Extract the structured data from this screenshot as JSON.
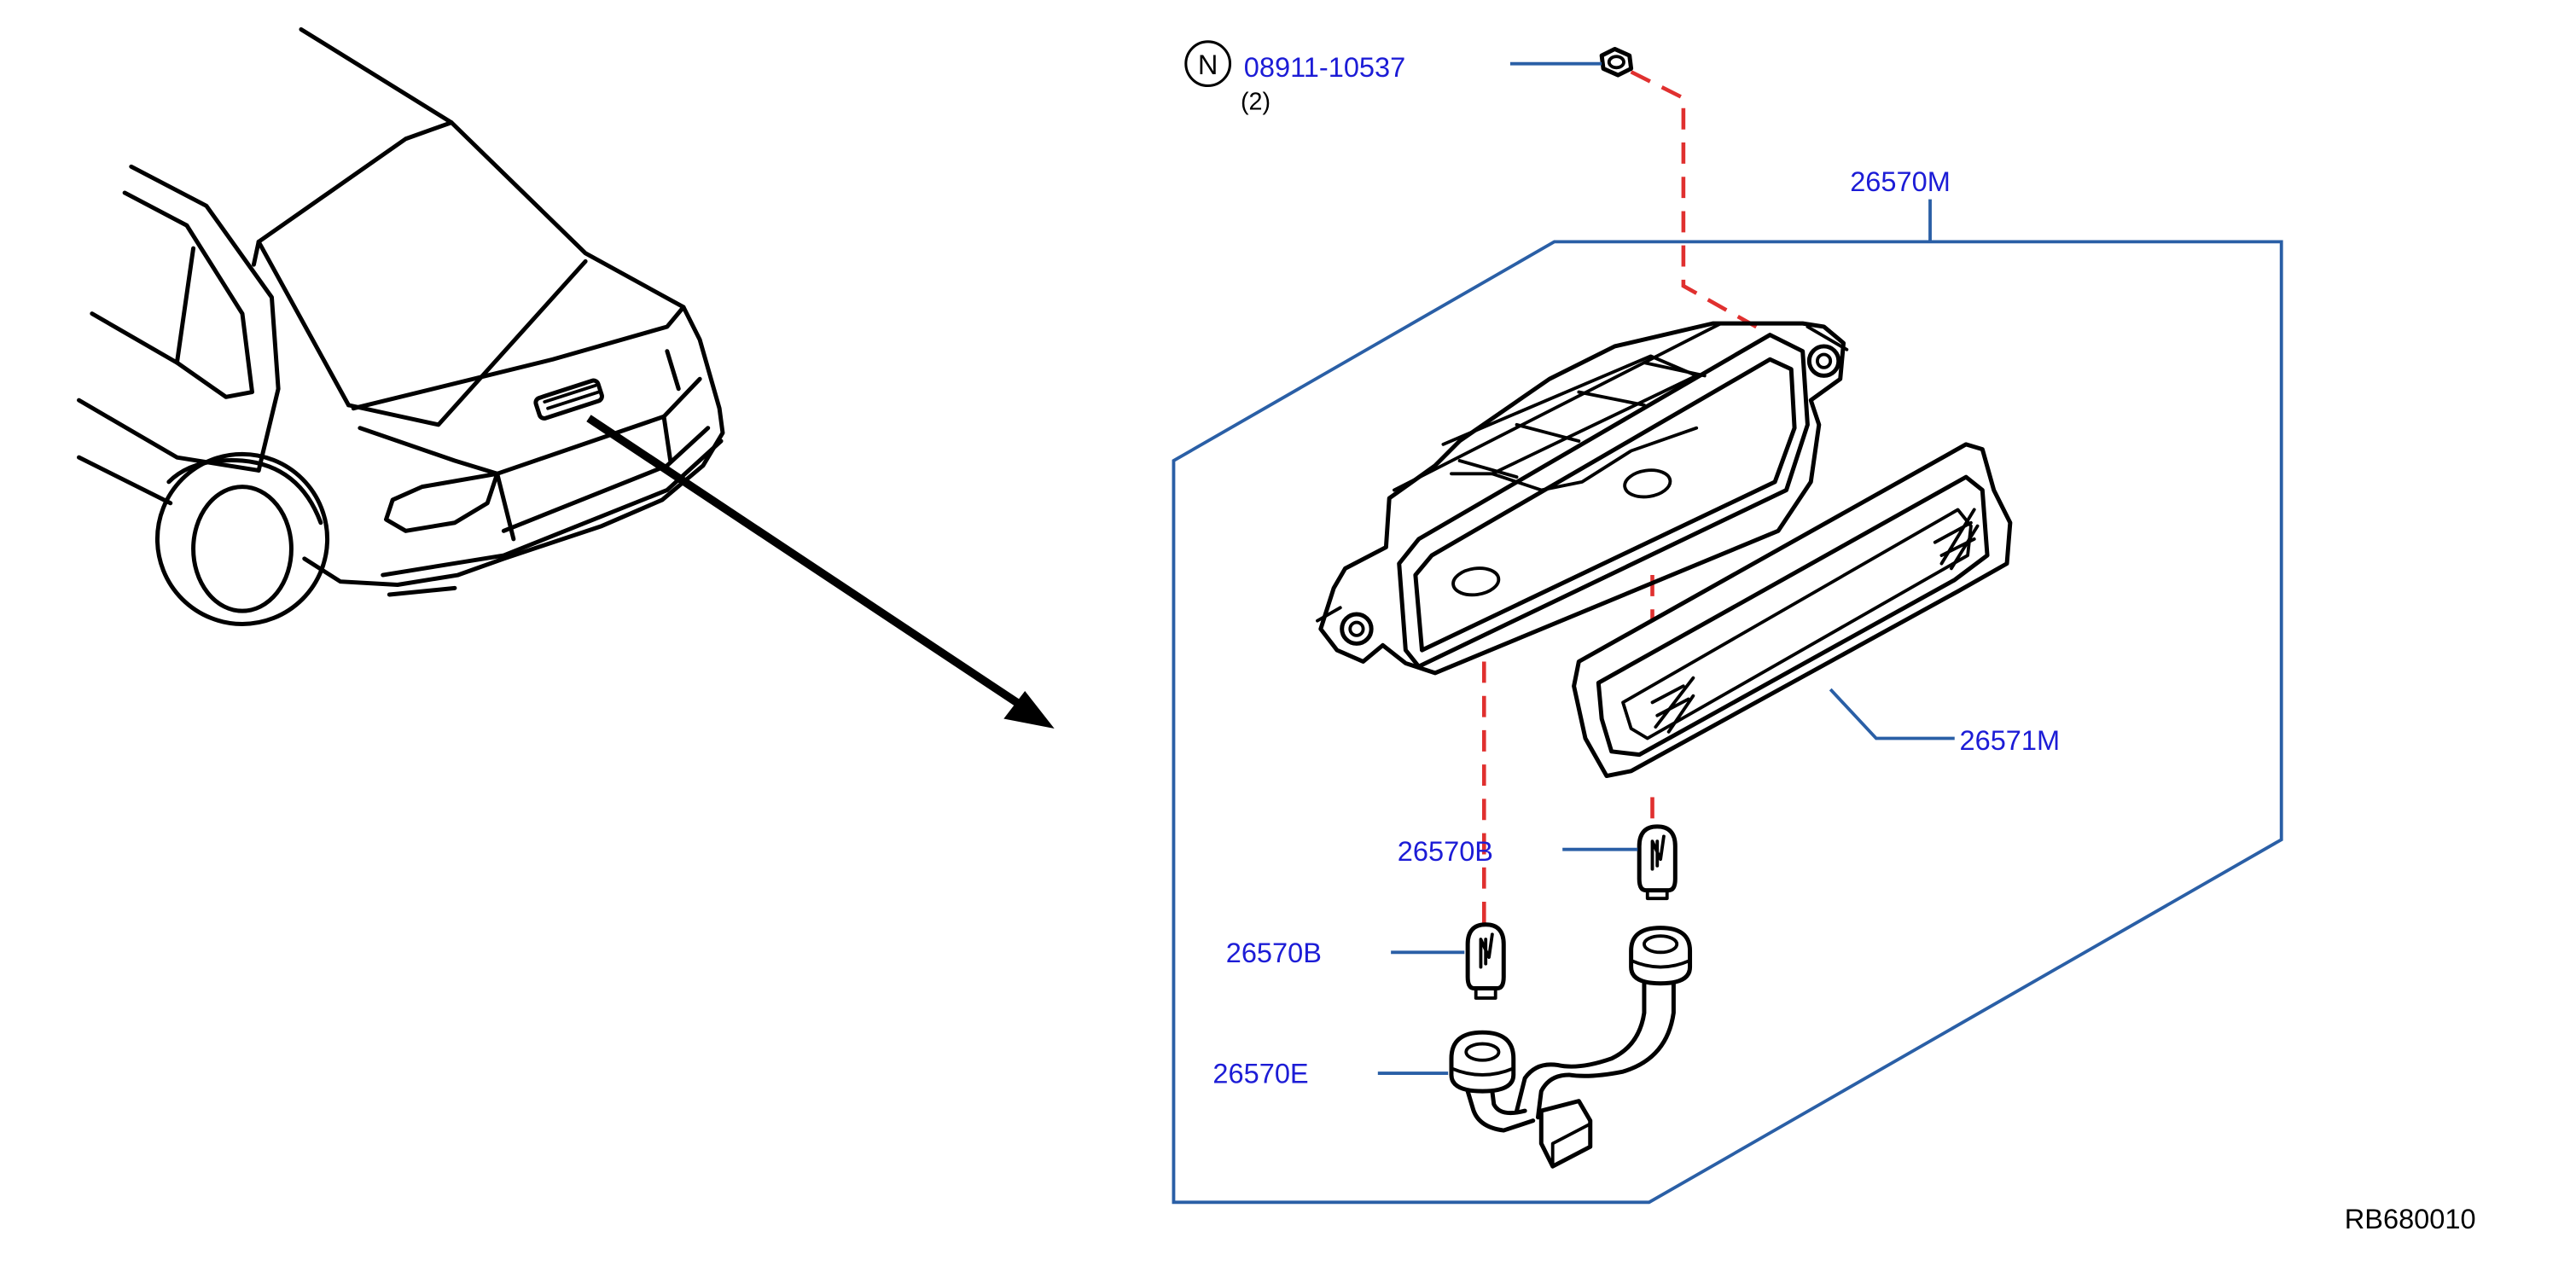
{
  "colors": {
    "callout": "#1c1cd6",
    "leader": "#2a5fa6",
    "dash": "#e0302f",
    "line": "#000000"
  },
  "icons": {
    "notice": "circled-letter-N"
  },
  "notice_symbol": "N",
  "parts": {
    "nut": {
      "number": "08911-10537",
      "qty": "(2)"
    },
    "lamp_assembly": {
      "number": "26570M"
    },
    "lens": {
      "number": "26571M"
    },
    "bulb_right": {
      "number": "26570B"
    },
    "bulb_left": {
      "number": "26570B"
    },
    "socket_harness": {
      "number": "26570E"
    }
  },
  "figure_code": "RB680010"
}
